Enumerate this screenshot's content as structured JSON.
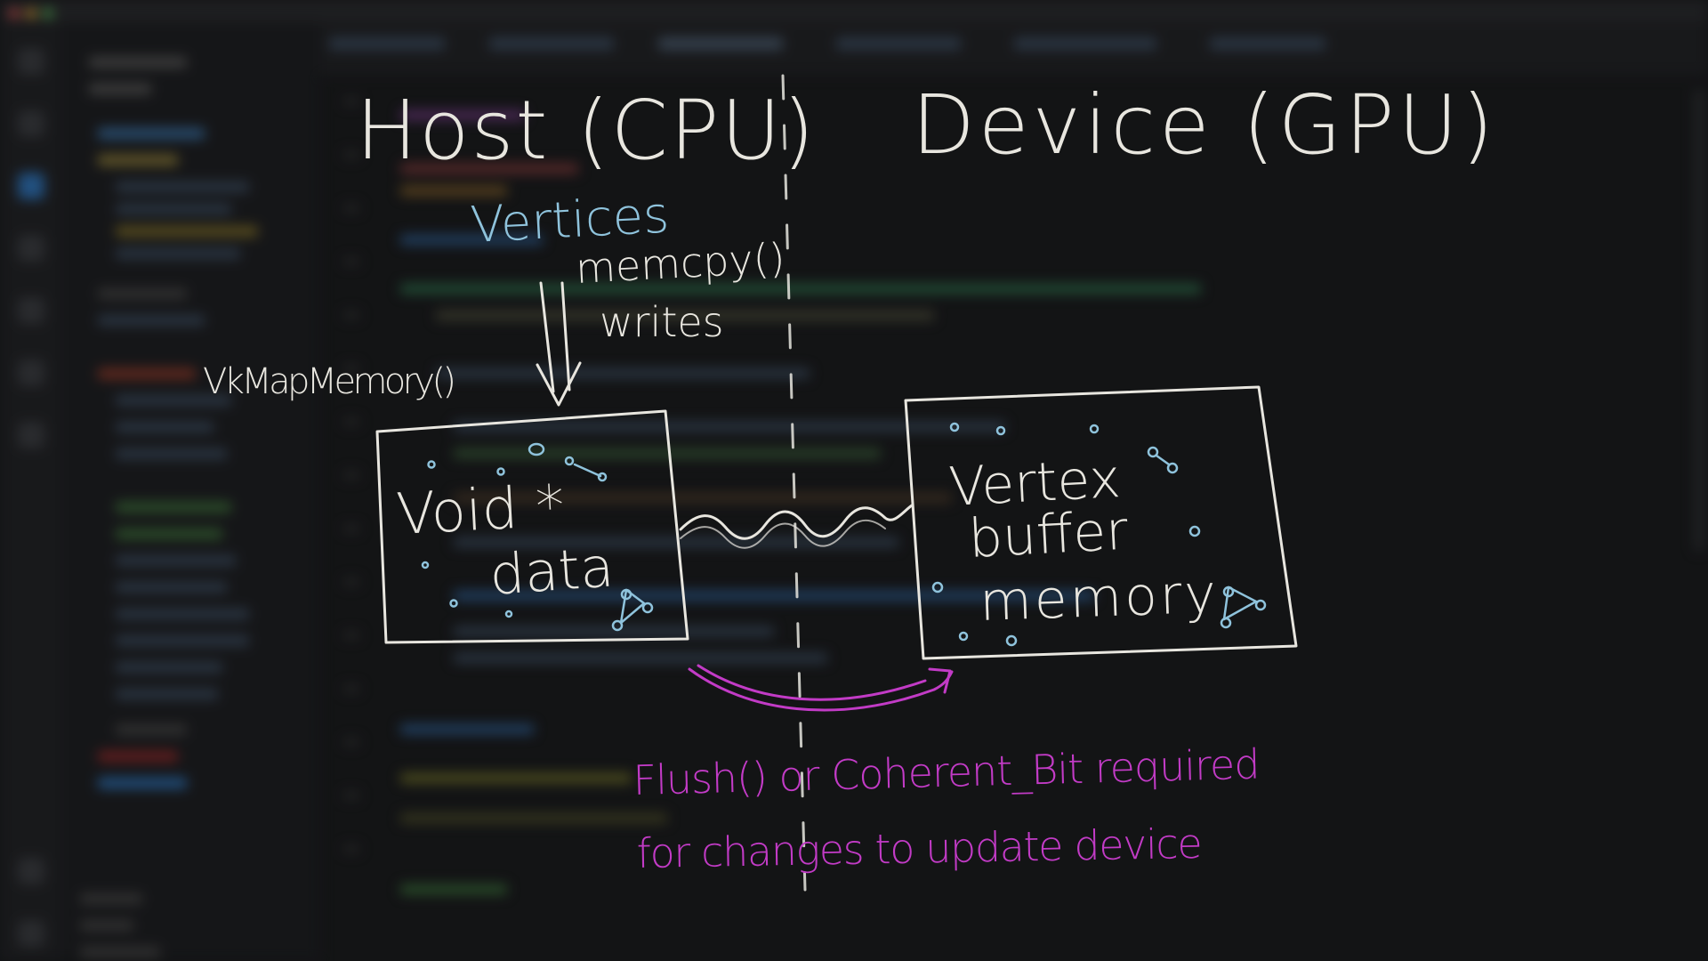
{
  "diagram": {
    "host_heading": "Host (CPU)",
    "device_heading": "Device (GPU)",
    "vertices_label": "Vertices",
    "memcpy_label": "memcpy()",
    "writes_label": "writes",
    "mapmemory_label": "VkMapMemory()",
    "host_box": {
      "line1": "Void *",
      "line2": "data"
    },
    "device_box": {
      "line1": "Vertex",
      "line2": "buffer",
      "line3": "memory"
    },
    "note_line1": "Flush() or Coherent_Bit required",
    "note_line2": "for changes to update device"
  },
  "colors": {
    "chalk_white": "#e8e6df",
    "chalk_blue": "#8fc3dc",
    "chalk_purple": "#c23bc6",
    "background": "#1b1c1e"
  }
}
